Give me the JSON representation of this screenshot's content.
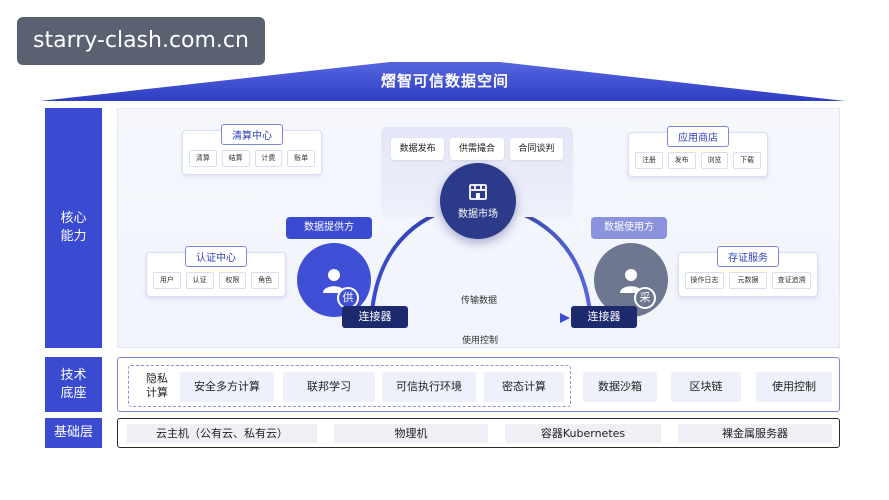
{
  "watermark": "starry-clash.com.cn",
  "title": "熠智可信数据空间",
  "layers": {
    "core": "核心\n能力",
    "tech": "技术\n底座",
    "infra": "基础层"
  },
  "clearing_center": {
    "title": "清算中心",
    "items": [
      "清算",
      "结算",
      "计费",
      "账单"
    ]
  },
  "auth_center": {
    "title": "认证中心",
    "items": [
      "用户",
      "认证",
      "权限",
      "角色"
    ]
  },
  "app_store": {
    "title": "应用商店",
    "items": [
      "注册",
      "发布",
      "浏览",
      "下载"
    ]
  },
  "evidence_service": {
    "title": "存证服务",
    "items": [
      "操作日志",
      "元数据",
      "查证追溯"
    ]
  },
  "market": {
    "functions": [
      "数据发布",
      "供需撮合",
      "合同谈判"
    ],
    "center_label": "数据市场",
    "icon": "shop-icon"
  },
  "provider": {
    "role_label": "数据提供方",
    "badge": "供",
    "connector": "连接器",
    "icon": "user-icon"
  },
  "consumer": {
    "role_label": "数据使用方",
    "badge": "采",
    "connector": "连接器",
    "icon": "user-icon"
  },
  "flows": {
    "transfer": "传输数据",
    "control": "使用控制"
  },
  "tech": {
    "privacy_label": "隐私\n计算",
    "privacy_items": [
      "安全多方计算",
      "联邦学习",
      "可信执行环境",
      "密态计算"
    ],
    "other_items": [
      "数据沙箱",
      "区块链",
      "使用控制"
    ]
  },
  "infra": {
    "items": [
      "云主机（公有云、私有云）",
      "物理机",
      "容器Kubernetes",
      "裸金属服务器"
    ]
  },
  "colors": {
    "primary": "#3a4bd2",
    "dark": "#1e2a6e",
    "light": "#eef0fa",
    "muted": "#8b93dc"
  }
}
